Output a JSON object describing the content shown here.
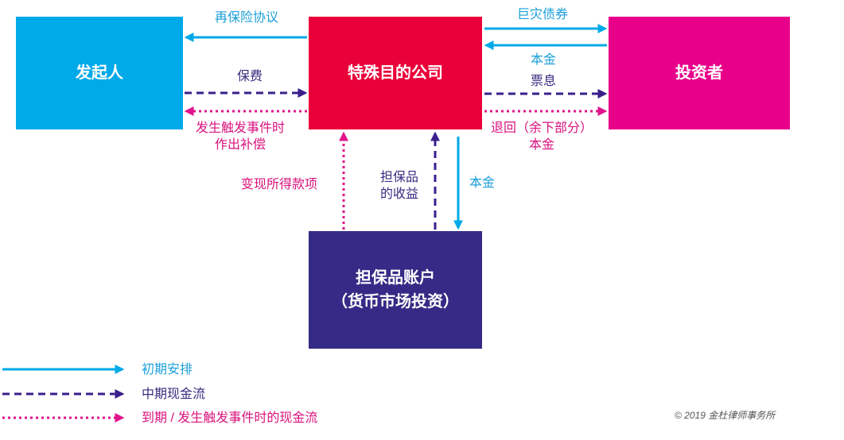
{
  "boxes": {
    "sponsor": "发起人",
    "spv": "特殊目的公司",
    "investor": "投资者",
    "collateral_line1": "担保品账户",
    "collateral_line2": "（货币市场投资）"
  },
  "flows": {
    "reinsurance": "再保险协议",
    "premium": "保费",
    "compensation_line1": "发生触发事件时",
    "compensation_line2": "作出补偿",
    "cat_bond": "巨灾债券",
    "principal_top": "本金",
    "coupon": "票息",
    "return_line1": "退回（余下部分）",
    "return_line2": "本金",
    "liquidation": "变现所得款项",
    "collateral_income_line1": "担保品",
    "collateral_income_line2": "的收益",
    "principal_down": "本金"
  },
  "legend": {
    "initial": "初期安排",
    "interim": "中期现金流",
    "maturity": "到期 / 发生触发事件时的现金流"
  },
  "copyright": "© 2019 金杜律师事务所",
  "colors": {
    "blue": "#00a9e8",
    "red": "#ea0039",
    "magenta": "#e8008b",
    "navy": "#352a86",
    "purple_arrow": "#3a1f8c",
    "pink_arrow": "#e0148c"
  }
}
